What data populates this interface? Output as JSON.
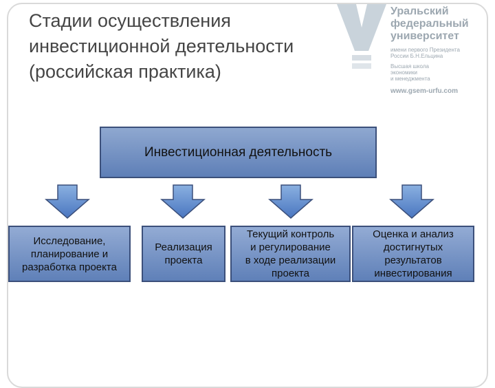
{
  "slide": {
    "title_lines": [
      "Стадии осуществления",
      "инвестиционной деятельности",
      "(российская практика)"
    ]
  },
  "logo": {
    "icon": "ural-federal-university-logo-icon",
    "name_lines": [
      "Уральский",
      "федеральный",
      "университет"
    ],
    "subtitle_lines": [
      "имени первого Президента",
      "России Б.Н.Ельцина"
    ],
    "school_lines": [
      "Высшая школа",
      "экономики",
      "и менеджмента"
    ],
    "url": "www.gsem-urfu.com"
  },
  "diagram": {
    "root_label": "Инвестиционная деятельность",
    "stages": [
      "Исследование,\nпланирование и\nразработка проекта",
      "Реализация\nпроекта",
      "Текущий контроль\nи регулирование\nв ходе реализации\nпроекта",
      "Оценка и анализ\nдостигнутых\nрезультатов\nинвестирования"
    ],
    "colors": {
      "box_fill_top": "#8fa8d0",
      "box_fill_bottom": "#5e7fb7",
      "box_border": "#3b4f7a",
      "arrow_fill_top": "#8ab0e0",
      "arrow_fill_bottom": "#4a76c0"
    }
  }
}
